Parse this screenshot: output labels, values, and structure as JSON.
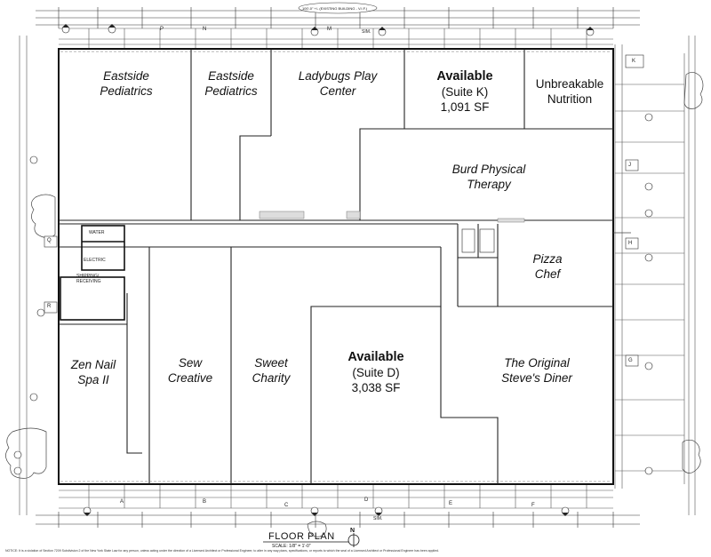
{
  "plan": {
    "title": "FLOOR PLAN",
    "scale": "SCALE: 1/8\" = 1'-0\"",
    "north": "N",
    "existing_note": "100'-0\" +/- (EXISTING BUILDING - V.I.F.)"
  },
  "units": {
    "eastside_pediatrics_1": [
      "Eastside",
      "Pediatrics"
    ],
    "eastside_pediatrics_2": [
      "Eastside",
      "Pediatrics"
    ],
    "ladybugs": [
      "Ladybugs Play",
      "Center"
    ],
    "suite_k": {
      "status": "Available",
      "suite": "(Suite K)",
      "area": "1,091 SF"
    },
    "unbreakable": [
      "Unbreakable",
      "Nutrition"
    ],
    "burd": [
      "Burd Physical",
      "Therapy"
    ],
    "pizza": [
      "Pizza",
      "Chef"
    ],
    "zen": [
      "Zen Nail",
      "Spa II"
    ],
    "sew": [
      "Sew",
      "Creative"
    ],
    "sweet": [
      "Sweet",
      "Charity"
    ],
    "suite_d": {
      "status": "Available",
      "suite": "(Suite D)",
      "area": "3,038 SF"
    },
    "steves": [
      "The Original",
      "Steve's Diner"
    ]
  },
  "service": {
    "water": "WATER",
    "electric": "ELECTRIC",
    "shipping": "SHIPPING/",
    "receiving": "RECEIVING"
  },
  "tags": {
    "top": [
      "P",
      "N",
      "M",
      "SIM."
    ],
    "right": [
      "K",
      "J",
      "H",
      "G"
    ],
    "bottom": [
      "A",
      "B",
      "C",
      "D",
      "E",
      "F",
      "SIM."
    ],
    "left": [
      "Q",
      "R"
    ]
  },
  "notes": "NOTICE: It is a violation of Section 7209 Subdivision 2 of the New York State Law for any person, unless acting under the direction of a Licensed Architect or Professional Engineer, to alter in any way plans, specifications, or reports to which the seal of a Licensed Architect or Professional Engineer has been applied."
}
